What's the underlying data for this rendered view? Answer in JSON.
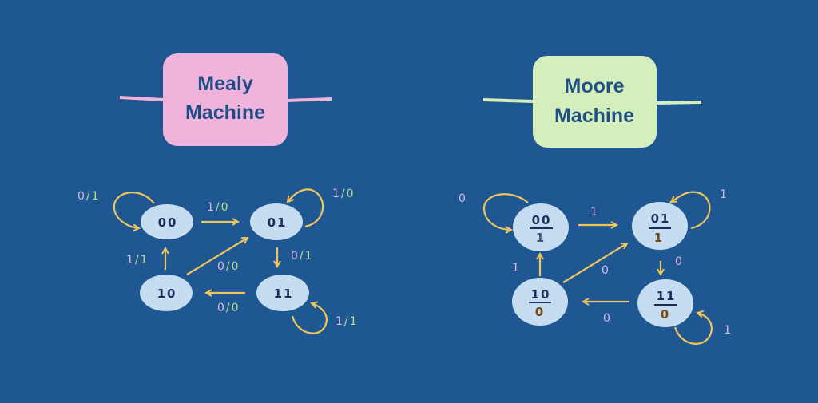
{
  "mealy": {
    "title_line1": "Mealy",
    "title_line2": "Machine",
    "states": [
      "00",
      "01",
      "10",
      "11"
    ],
    "transitions": [
      {
        "from": "00",
        "to": "00",
        "input": "0",
        "output": "1"
      },
      {
        "from": "00",
        "to": "01",
        "input": "1",
        "output": "0"
      },
      {
        "from": "01",
        "to": "01",
        "input": "1",
        "output": "0"
      },
      {
        "from": "01",
        "to": "11",
        "input": "0",
        "output": "1"
      },
      {
        "from": "10",
        "to": "00",
        "input": "1",
        "output": "1"
      },
      {
        "from": "10",
        "to": "01",
        "input": "0",
        "output": "0"
      },
      {
        "from": "11",
        "to": "10",
        "input": "0",
        "output": "0"
      },
      {
        "from": "11",
        "to": "11",
        "input": "1",
        "output": "1"
      }
    ],
    "separator": "/"
  },
  "moore": {
    "title_line1": "Moore",
    "title_line2": "Machine",
    "states": [
      {
        "name": "00",
        "output": "1"
      },
      {
        "name": "01",
        "output": "1"
      },
      {
        "name": "10",
        "output": "0"
      },
      {
        "name": "11",
        "output": "0"
      }
    ],
    "transitions": [
      {
        "from": "00",
        "to": "00",
        "input": "0"
      },
      {
        "from": "00",
        "to": "01",
        "input": "1"
      },
      {
        "from": "01",
        "to": "01",
        "input": "1"
      },
      {
        "from": "01",
        "to": "11",
        "input": "0"
      },
      {
        "from": "10",
        "to": "00",
        "input": "1"
      },
      {
        "from": "10",
        "to": "01",
        "input": "0"
      },
      {
        "from": "11",
        "to": "10",
        "input": "0"
      },
      {
        "from": "11",
        "to": "11",
        "input": "1"
      }
    ]
  },
  "colors": {
    "background": "#1e5791",
    "mealy_box": "#f0b4dc",
    "moore_box": "#d4eebc",
    "arrow": "#f0c55c",
    "input": "#d9b6e4",
    "output": "#b9dd8c"
  }
}
